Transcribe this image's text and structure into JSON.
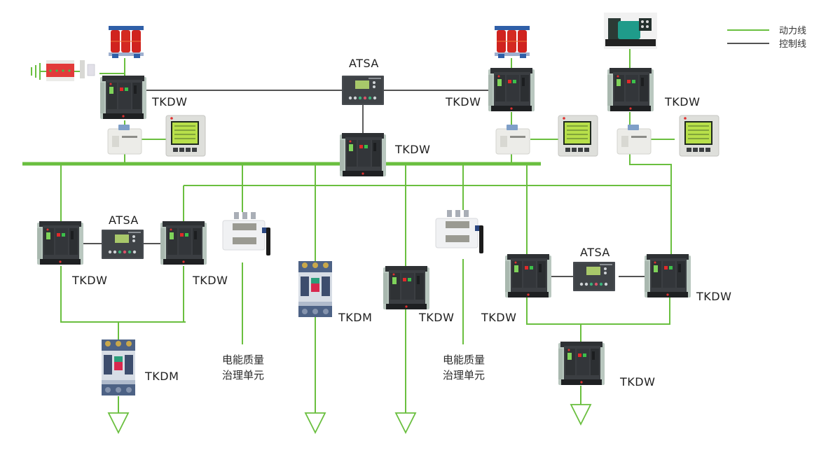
{
  "colors": {
    "power_line": "#6abf3f",
    "control_line": "#1a1a1a",
    "breaker_body": "#3a3d40",
    "transformer": "#d0231f",
    "generator": "#1f9b8a",
    "meter_screen": "#b8e04a"
  },
  "legend": {
    "items": [
      {
        "label": "动力线",
        "type": "power-line"
      },
      {
        "label": "控制线",
        "type": "control-line"
      }
    ]
  },
  "labels": {
    "tkdw_source_left": "TKDW",
    "atsa_top": "ATSA",
    "tkdw_tie": "TKDW",
    "tkdw_source_right": "TKDW",
    "tkdw_generator": "TKDW",
    "atsa_left": "ATSA",
    "tkdw_left_a": "TKDW",
    "tkdw_left_b": "TKDW",
    "tkdm_left": "TKDM",
    "pq_unit_left_line1": "电能质量",
    "pq_unit_left_line2": "治理单元",
    "tkdm_mid": "TKDM",
    "tkdw_mid": "TKDW",
    "pq_unit_right_line1": "电能质量",
    "pq_unit_right_line2": "治理单元",
    "atsa_right": "ATSA",
    "tkdw_right_a": "TKDW",
    "tkdw_right_b": "TKDW",
    "tkdw_right_out": "TKDW"
  },
  "components": [
    {
      "id": "transformer-left",
      "icon": "transformer-icon"
    },
    {
      "id": "transformer-right",
      "icon": "transformer-icon"
    },
    {
      "id": "generator",
      "icon": "generator-icon"
    },
    {
      "id": "surge-protector",
      "icon": "surge-protector-icon"
    },
    {
      "id": "fuse",
      "icon": "fuse-icon"
    },
    {
      "id": "ground",
      "icon": "ground-icon"
    },
    {
      "id": "current-transformers",
      "icon": "current-transformer-icon",
      "count": 3
    },
    {
      "id": "power-meters",
      "icon": "power-meter-icon",
      "count": 3
    },
    {
      "id": "air-circuit-breakers",
      "icon": "air-circuit-breaker-icon",
      "count": 10
    },
    {
      "id": "molded-case-breakers",
      "icon": "molded-case-breaker-icon",
      "count": 2
    },
    {
      "id": "ats-controllers",
      "icon": "ats-controller-icon",
      "count": 3
    },
    {
      "id": "isolating-switches",
      "icon": "isolating-switch-icon",
      "count": 2
    },
    {
      "id": "load-outputs",
      "icon": "load-arrow-icon",
      "count": 4
    }
  ]
}
